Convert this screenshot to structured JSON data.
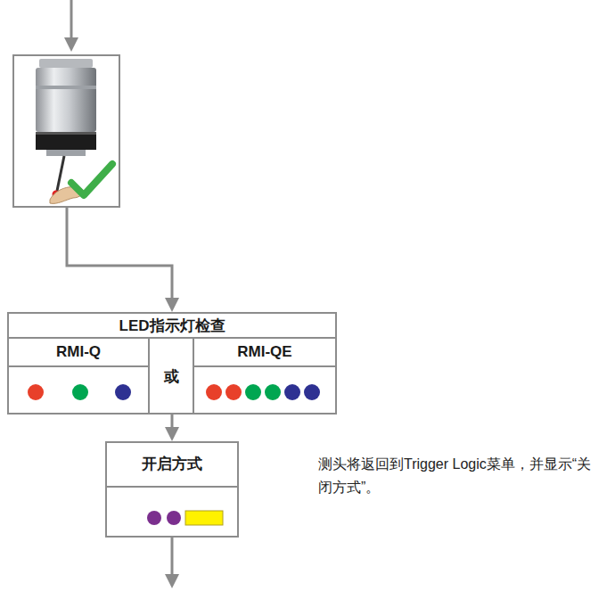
{
  "diagram": {
    "nodes": [
      {
        "text": [
          "LED指示灯检查"
        ]
      },
      {
        "text": [
          "RMI-Q"
        ],
        "in": 0
      },
      {
        "text": [
          "或"
        ],
        "in": 0
      },
      {
        "text": [
          "RMI-QE"
        ],
        "in": 0
      },
      {
        "text": [
          "开启方式"
        ]
      }
    ],
    "edges": [
      {
        "from": 0,
        "to": 4,
        "arrow": "to"
      }
    ],
    "labels": [
      "测头将返回到Trigger Logic菜单，并显示“关闭方式”。"
    ]
  }
}
